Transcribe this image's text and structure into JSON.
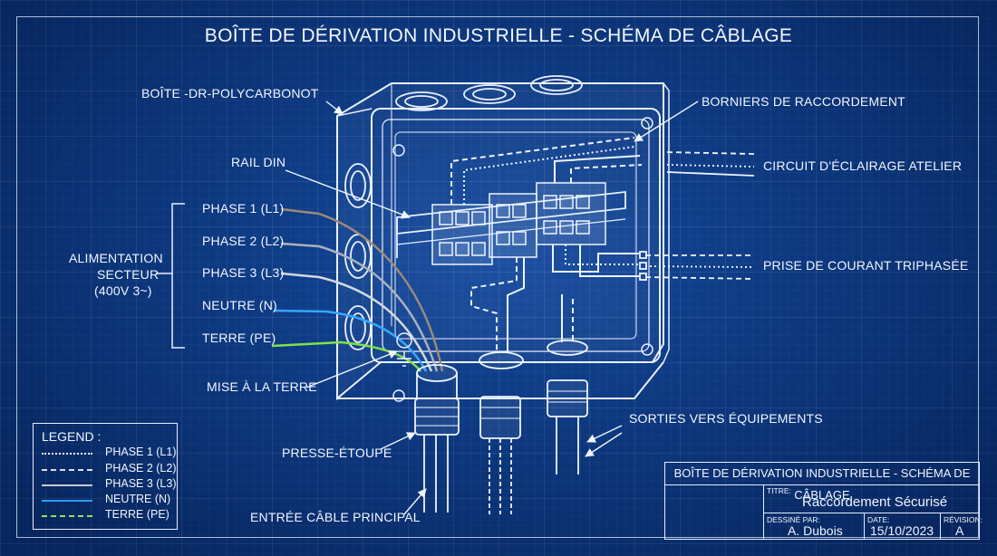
{
  "title": "BOÎTE DE DÉRIVATION INDUSTRIELLE - SCHÉMA DE CÂBLAGE",
  "labels": {
    "box": "BOÎTE -DR-POLYCARBONOT",
    "din_rail": "RAIL DIN",
    "terminals": "BORNIERS DE RACCORDEMENT",
    "lighting": "CIRCUIT D'ÉCLAIRAGE ATELIER",
    "socket": "PRISE DE COURANT TRIPHASÉE",
    "outputs": "SORTIES VERS ÉQUIPEMENTS",
    "gland": "PRESSE-ÉTOUPE",
    "main_cable": "ENTRÉE CÂBLE PRINCIPAL",
    "earthing": "MISE À LA TERRE",
    "supply_line1": "ALIMENTATION",
    "supply_line2": "SECTEUR",
    "supply_line3": "(400V 3~)"
  },
  "conductors": [
    {
      "label": "PHASE 1 (L1)",
      "color": "#9b8a7a"
    },
    {
      "label": "PHASE 2 (L2)",
      "color": "#a9b1bd"
    },
    {
      "label": "PHASE 3 (L3)",
      "color": "#d4d8de"
    },
    {
      "label": "NEUTRE (N)",
      "color": "#35a7ff"
    },
    {
      "label": "TERRE (PE)",
      "color": "#7fe14a"
    }
  ],
  "legend": {
    "title": "LEGEND :",
    "items": [
      {
        "label": "PHASE 1 (L1)",
        "color": "#ffffff",
        "style": "dotted"
      },
      {
        "label": "PHASE 2 (L2)",
        "color": "#d9dde5",
        "style": "dashed"
      },
      {
        "label": "PHASE 3 (L3)",
        "color": "#c6c9cf",
        "style": "solid"
      },
      {
        "label": "NEUTRE (N)",
        "color": "#2f9bff",
        "style": "solid"
      },
      {
        "label": "TERRE (PE)",
        "color": "#8ee35a",
        "style": "dashed"
      }
    ]
  },
  "title_block": {
    "header": "BOÎTE DE DÉRIVATION INDUSTRIELLE - SCHÉMA DE CÂBLAGE",
    "title_caption": "TITRE:",
    "title_value": "Raccordement Sécurisé",
    "drawn_caption": "DESSINÉ PAR:",
    "drawn_value": "A. Dubois",
    "date_caption": "DATE:",
    "date_value": "15/10/2023",
    "rev_caption": "RÉVISION:",
    "rev_value": "A"
  }
}
